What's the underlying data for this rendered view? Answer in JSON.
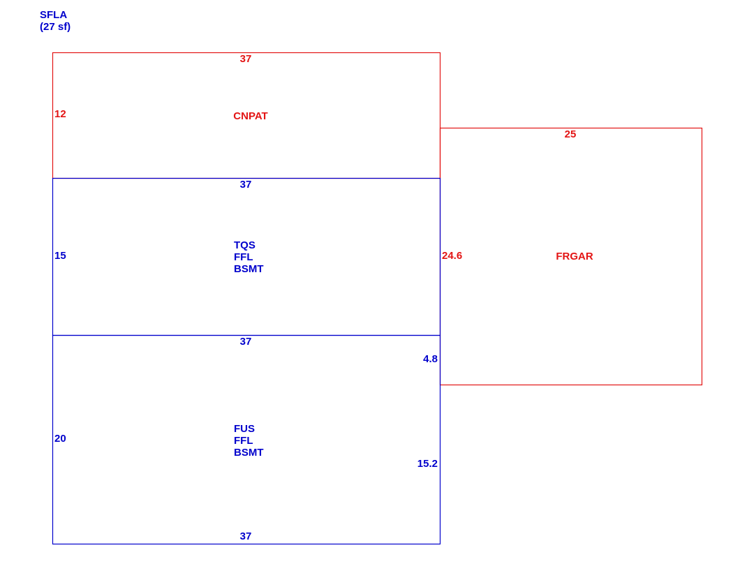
{
  "colors": {
    "living": "#0000cc",
    "non_living": "#e31414"
  },
  "summary": {
    "label": "SFLA",
    "area": "(27 sf)"
  },
  "areas": {
    "cnpat": {
      "name": "CNPAT",
      "top": "37",
      "left": "12"
    },
    "tqs": {
      "codes": [
        "TQS",
        "FFL",
        "BSMT"
      ],
      "top": "37",
      "left": "15",
      "right": "24.6"
    },
    "fus": {
      "codes": [
        "FUS",
        "FFL",
        "BSMT"
      ],
      "top": "37",
      "left": "20",
      "right_upper": "4.8",
      "right_lower": "15.2",
      "bottom": "37"
    },
    "frgar": {
      "name": "FRGAR",
      "top": "25"
    }
  }
}
